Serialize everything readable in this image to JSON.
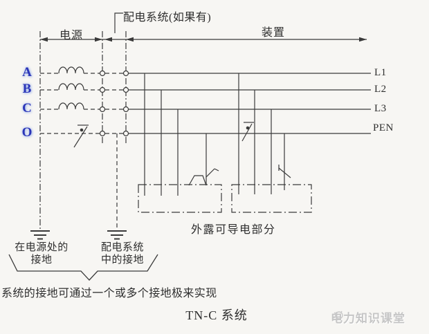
{
  "diagram": {
    "top": {
      "distribution_label": "配电系统(如果有)",
      "source_span_label": "电源",
      "installation_span_label": "装置"
    },
    "phases": [
      {
        "label": "A",
        "line": "L1"
      },
      {
        "label": "B",
        "line": "L2"
      },
      {
        "label": "C",
        "line": "L3"
      },
      {
        "label": "O",
        "line": "PEN"
      }
    ],
    "exposed_parts_label": "外露可导电部分",
    "source_earth_label": "在电源处的\n接地",
    "distribution_earth_label": "配电系统\n中的接地",
    "note": "系统的接地可通过一个或多个接地极来实现",
    "title": "TN-C 系统",
    "watermark": "电力知识课堂",
    "colors": {
      "line": "#3a3a3a",
      "phase_label": "#2b35b8",
      "phase_label_halo": "#9db4e8",
      "watermark": "#c6c6c6",
      "background": "#f7f6f3"
    }
  }
}
